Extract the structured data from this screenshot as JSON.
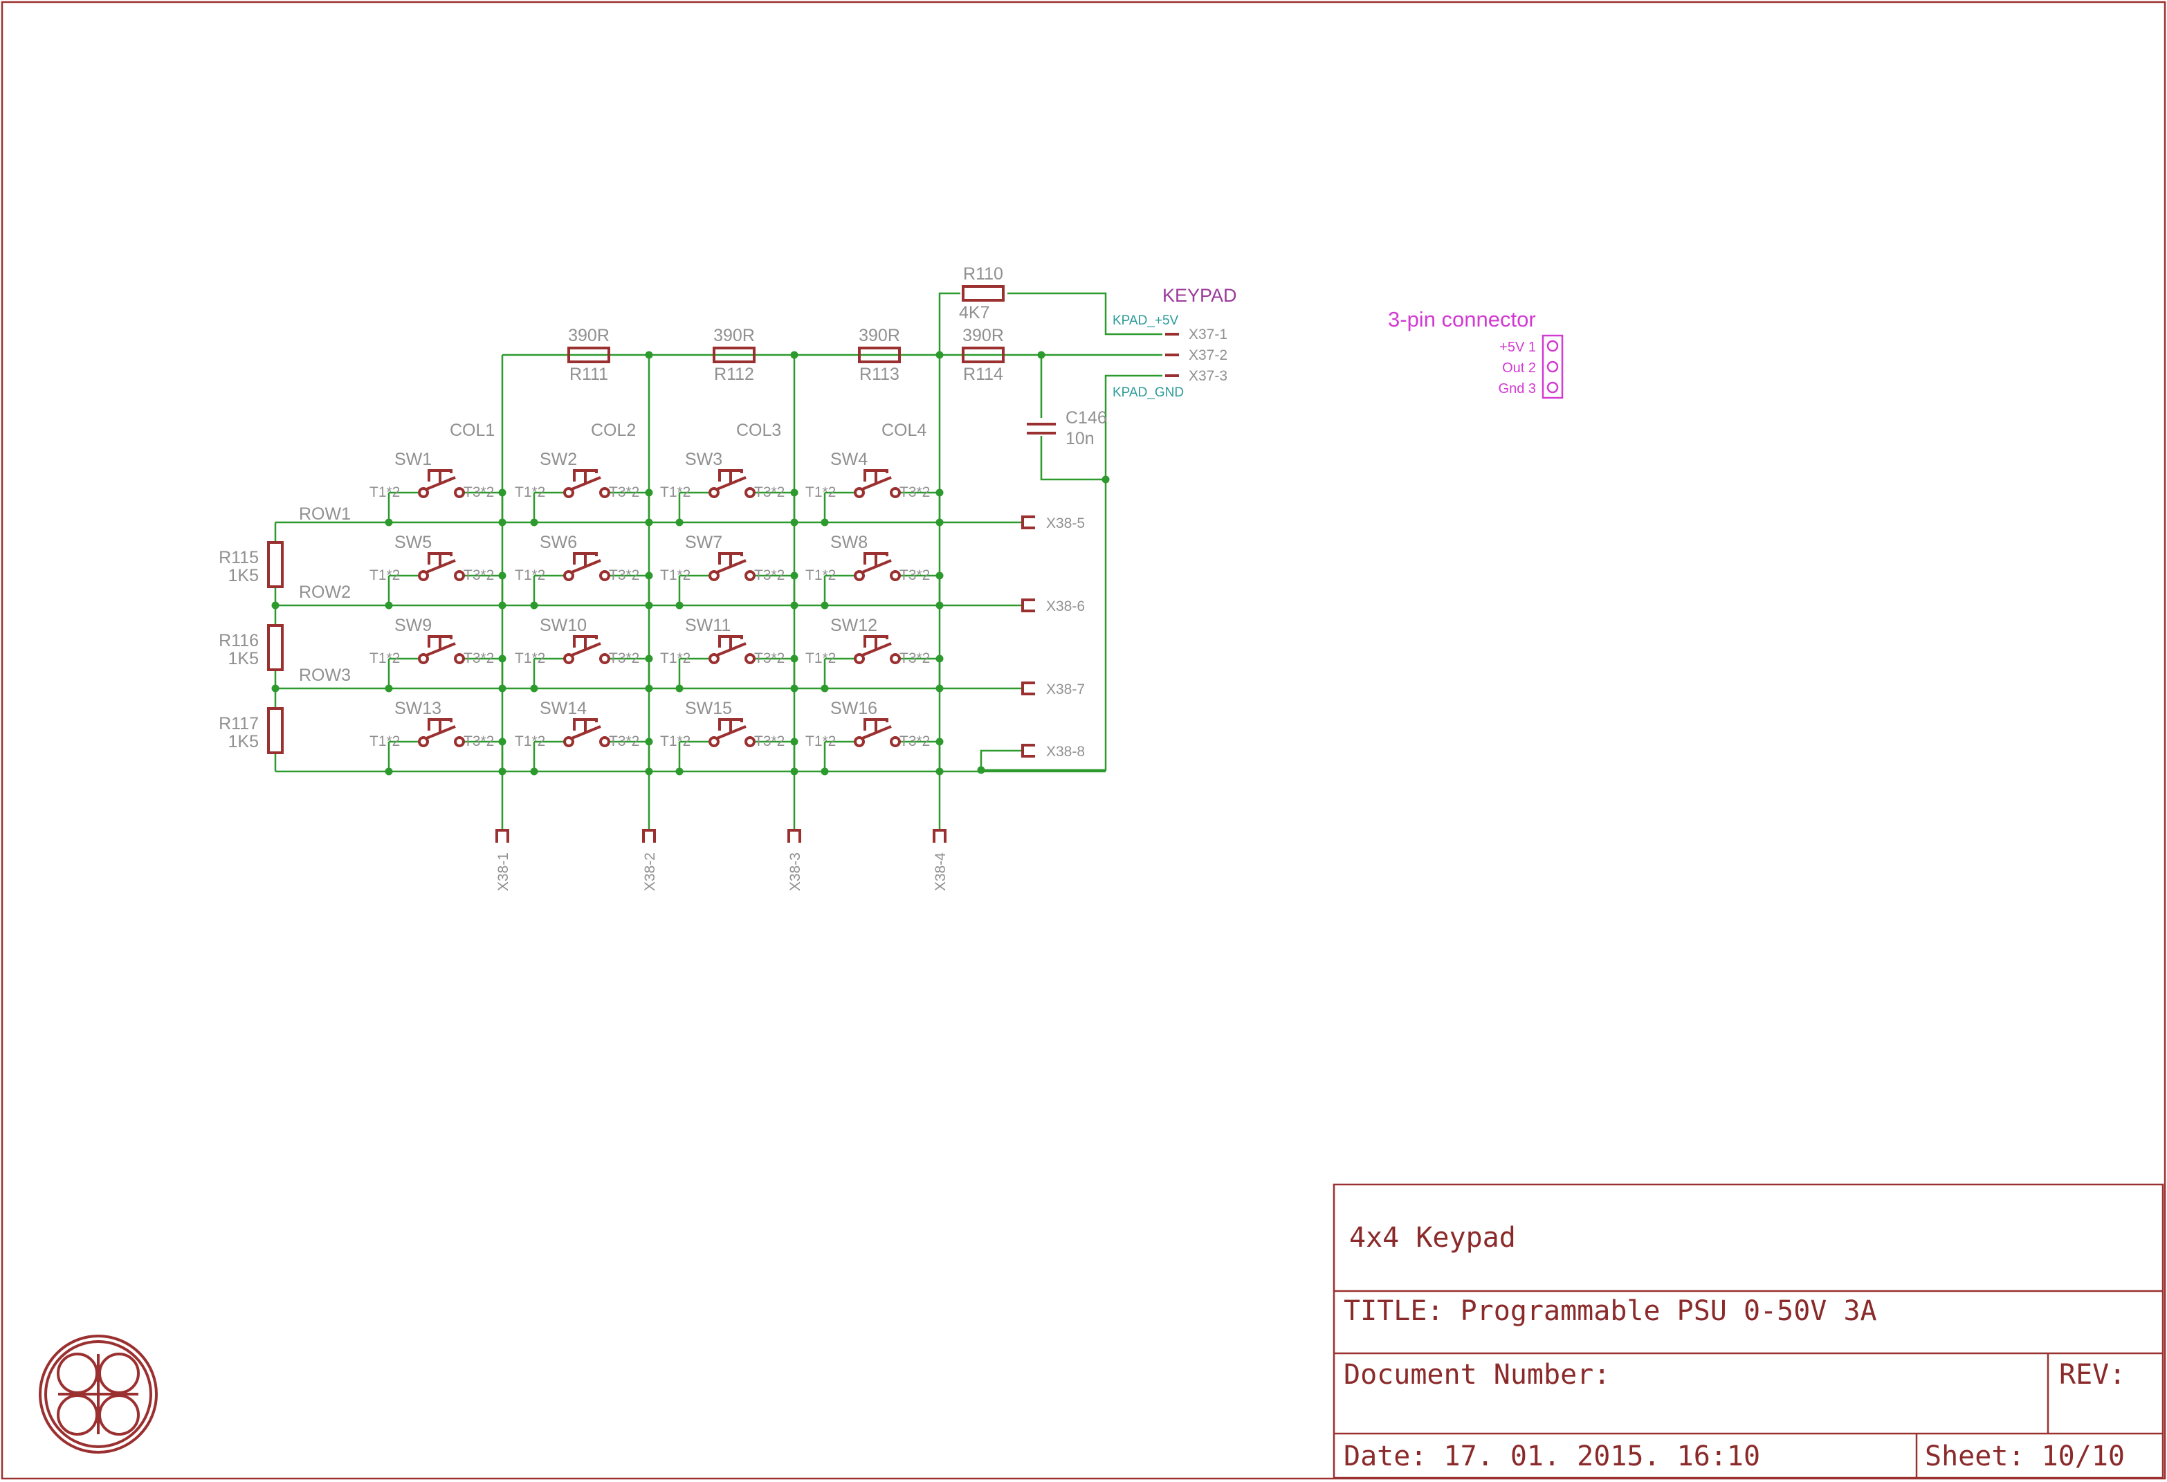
{
  "title_block": {
    "heading": "4x4 Keypad",
    "title": "TITLE:  Programmable PSU 0-50V 3A",
    "document_number_label": "Document Number:",
    "rev_label": "REV:",
    "date": "Date: 17. 01. 2015. 16:10",
    "sheet": "Sheet: 10/10"
  },
  "keypad_header": "KEYPAD",
  "connector_title": "3-pin connector",
  "connector_pins": [
    "+5V 1",
    "Out 2",
    "Gnd 3"
  ],
  "net_labels": {
    "kpad_5v": "KPAD_+5V",
    "kpad_gnd": "KPAD_GND"
  },
  "x37_pins": [
    "X37-1",
    "X37-2",
    "X37-3"
  ],
  "x38_row_pins": [
    "X38-5",
    "X38-6",
    "X38-7",
    "X38-8"
  ],
  "x38_col_pins": [
    "X38-1",
    "X38-2",
    "X38-3",
    "X38-4"
  ],
  "columns": [
    "COL1",
    "COL2",
    "COL3",
    "COL4"
  ],
  "rows": [
    "ROW1",
    "ROW2",
    "ROW3"
  ],
  "switches": [
    "SW1",
    "SW2",
    "SW3",
    "SW4",
    "SW5",
    "SW6",
    "SW7",
    "SW8",
    "SW9",
    "SW10",
    "SW11",
    "SW12",
    "SW13",
    "SW14",
    "SW15",
    "SW16"
  ],
  "switch_terminals": {
    "left": "T1*2",
    "right": "T3*2"
  },
  "top_resistors": [
    {
      "ref": "R111",
      "value": "390R"
    },
    {
      "ref": "R112",
      "value": "390R"
    },
    {
      "ref": "R113",
      "value": "390R"
    },
    {
      "ref": "R114",
      "value": "390R"
    }
  ],
  "pullup_resistor": {
    "ref": "R110",
    "value": "4K7"
  },
  "row_resistors": [
    {
      "ref": "R115",
      "value": "1K5"
    },
    {
      "ref": "R116",
      "value": "1K5"
    },
    {
      "ref": "R117",
      "value": "1K5"
    }
  ],
  "capacitor": {
    "ref": "C146",
    "value": "10n"
  }
}
